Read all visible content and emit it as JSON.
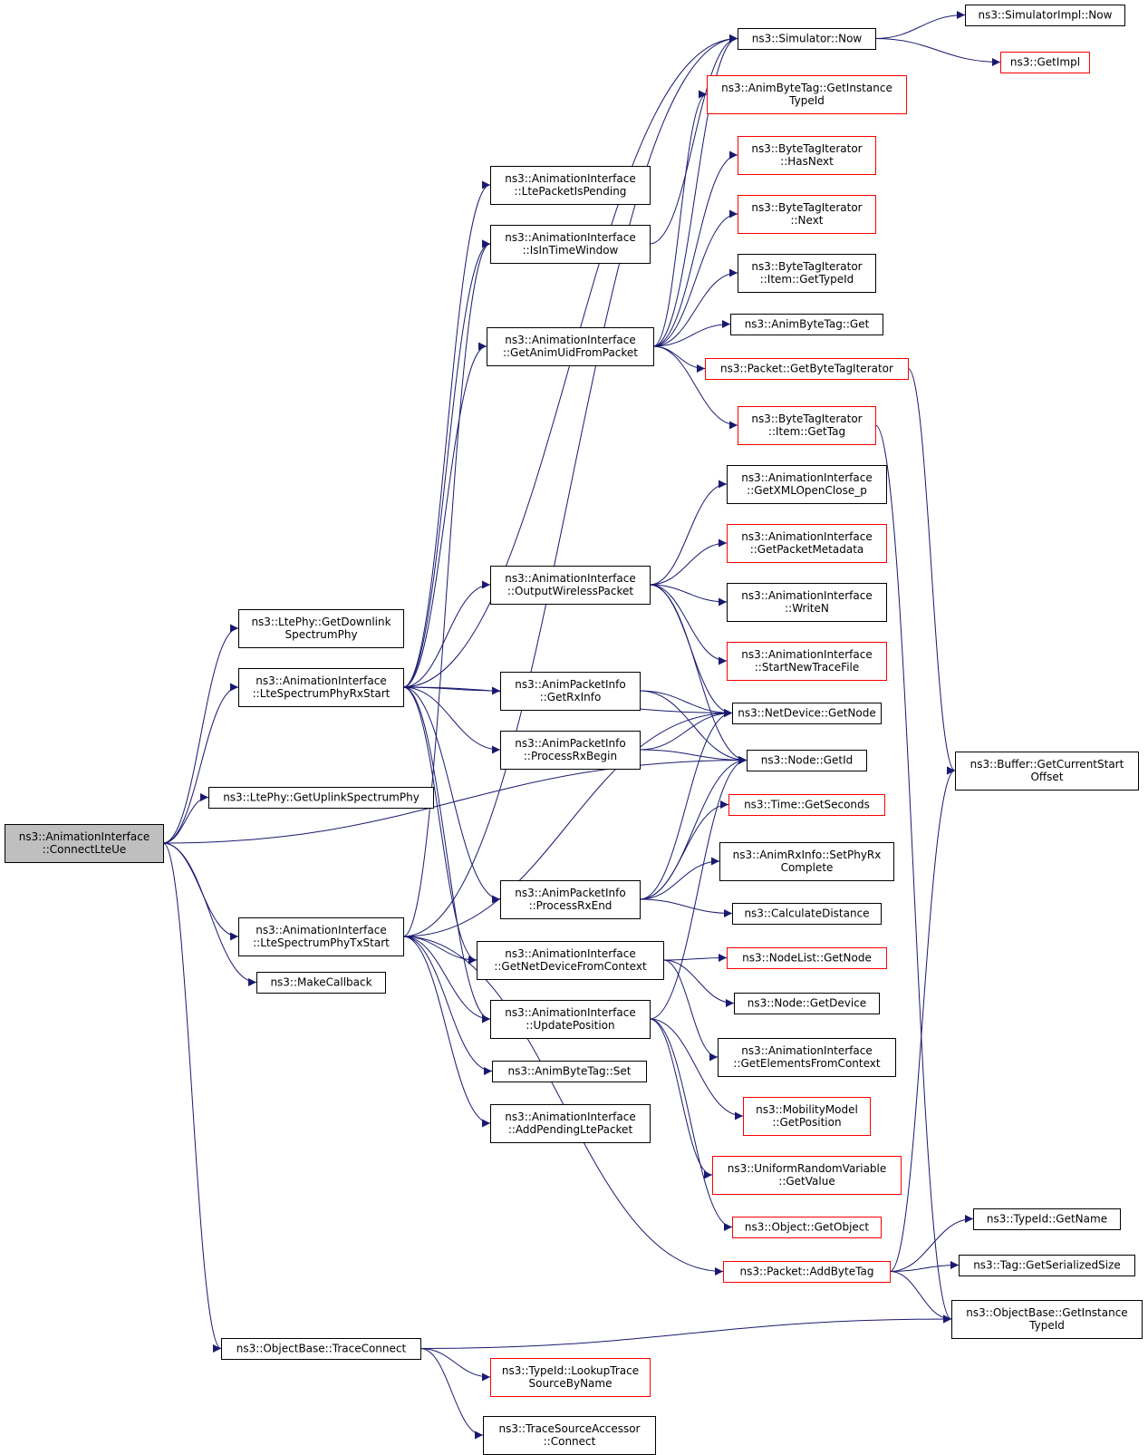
{
  "colors": {
    "edge": "#191970",
    "node_border_default": "#000000",
    "node_border_truncated": "#ff0000",
    "root_fill": "#bfbfbf",
    "node_fill": "#ffffff"
  },
  "nodes": [
    {
      "id": "root",
      "lines": [
        "ns3::AnimationInterface",
        "::ConnectLteUe"
      ],
      "style": "root"
    },
    {
      "id": "downlink",
      "lines": [
        "ns3::LtePhy::GetDownlink",
        "SpectrumPhy"
      ],
      "style": "normal"
    },
    {
      "id": "rxstart",
      "lines": [
        "ns3::AnimationInterface",
        "::LteSpectrumPhyRxStart"
      ],
      "style": "normal"
    },
    {
      "id": "uplink",
      "lines": [
        "ns3::LtePhy::GetUplinkSpectrumPhy"
      ],
      "style": "normal"
    },
    {
      "id": "txstart",
      "lines": [
        "ns3::AnimationInterface",
        "::LteSpectrumPhyTxStart"
      ],
      "style": "normal"
    },
    {
      "id": "makecb",
      "lines": [
        "ns3::MakeCallback"
      ],
      "style": "normal"
    },
    {
      "id": "traceconnect",
      "lines": [
        "ns3::ObjectBase::TraceConnect"
      ],
      "style": "normal"
    },
    {
      "id": "ltepending",
      "lines": [
        "ns3::AnimationInterface",
        "::LtePacketIsPending"
      ],
      "style": "normal"
    },
    {
      "id": "intimewindow",
      "lines": [
        "ns3::AnimationInterface",
        "::IsInTimeWindow"
      ],
      "style": "normal"
    },
    {
      "id": "getanimuid",
      "lines": [
        "ns3::AnimationInterface",
        "::GetAnimUidFromPacket"
      ],
      "style": "normal"
    },
    {
      "id": "outwireless",
      "lines": [
        "ns3::AnimationInterface",
        "::OutputWirelessPacket"
      ],
      "style": "normal"
    },
    {
      "id": "getrxinfo",
      "lines": [
        "ns3::AnimPacketInfo",
        "::GetRxInfo"
      ],
      "style": "normal"
    },
    {
      "id": "procrxbegin",
      "lines": [
        "ns3::AnimPacketInfo",
        "::ProcessRxBegin"
      ],
      "style": "normal"
    },
    {
      "id": "procrxend",
      "lines": [
        "ns3::AnimPacketInfo",
        "::ProcessRxEnd"
      ],
      "style": "normal"
    },
    {
      "id": "getnetdev",
      "lines": [
        "ns3::AnimationInterface",
        "::GetNetDeviceFromContext"
      ],
      "style": "normal"
    },
    {
      "id": "updatepos",
      "lines": [
        "ns3::AnimationInterface",
        "::UpdatePosition"
      ],
      "style": "normal"
    },
    {
      "id": "bytetagset",
      "lines": [
        "ns3::AnimByteTag::Set"
      ],
      "style": "normal"
    },
    {
      "id": "addpending",
      "lines": [
        "ns3::AnimationInterface",
        "::AddPendingLtePacket"
      ],
      "style": "normal"
    },
    {
      "id": "lookuptrace",
      "lines": [
        "ns3::TypeId::LookupTrace",
        "SourceByName"
      ],
      "style": "truncated"
    },
    {
      "id": "tsaconnect",
      "lines": [
        "ns3::TraceSourceAccessor",
        "::Connect"
      ],
      "style": "normal"
    },
    {
      "id": "simnow",
      "lines": [
        "ns3::Simulator::Now"
      ],
      "style": "normal"
    },
    {
      "id": "bytetaginst",
      "lines": [
        "ns3::AnimByteTag::GetInstance",
        "TypeId"
      ],
      "style": "truncated"
    },
    {
      "id": "btihasnext",
      "lines": [
        "ns3::ByteTagIterator",
        "::HasNext"
      ],
      "style": "truncated"
    },
    {
      "id": "btinext",
      "lines": [
        "ns3::ByteTagIterator",
        "::Next"
      ],
      "style": "truncated"
    },
    {
      "id": "btitemtype",
      "lines": [
        "ns3::ByteTagIterator",
        "::Item::GetTypeId"
      ],
      "style": "normal"
    },
    {
      "id": "bytetagget",
      "lines": [
        "ns3::AnimByteTag::Get"
      ],
      "style": "normal"
    },
    {
      "id": "pktgetbti",
      "lines": [
        "ns3::Packet::GetByteTagIterator"
      ],
      "style": "truncated"
    },
    {
      "id": "btitemtag",
      "lines": [
        "ns3::ByteTagIterator",
        "::Item::GetTag"
      ],
      "style": "truncated"
    },
    {
      "id": "getxmloc",
      "lines": [
        "ns3::AnimationInterface",
        "::GetXMLOpenClose_p"
      ],
      "style": "normal"
    },
    {
      "id": "getpktmeta",
      "lines": [
        "ns3::AnimationInterface",
        "::GetPacketMetadata"
      ],
      "style": "truncated"
    },
    {
      "id": "writen",
      "lines": [
        "ns3::AnimationInterface",
        "::WriteN"
      ],
      "style": "normal"
    },
    {
      "id": "starttrace",
      "lines": [
        "ns3::AnimationInterface",
        "::StartNewTraceFile"
      ],
      "style": "truncated"
    },
    {
      "id": "ndgetnode",
      "lines": [
        "ns3::NetDevice::GetNode"
      ],
      "style": "normal"
    },
    {
      "id": "nodegetid",
      "lines": [
        "ns3::Node::GetId"
      ],
      "style": "normal"
    },
    {
      "id": "timegetsec",
      "lines": [
        "ns3::Time::GetSeconds"
      ],
      "style": "truncated"
    },
    {
      "id": "setphyrx",
      "lines": [
        "ns3::AnimRxInfo::SetPhyRx",
        "Complete"
      ],
      "style": "normal"
    },
    {
      "id": "calcdist",
      "lines": [
        "ns3::CalculateDistance"
      ],
      "style": "normal"
    },
    {
      "id": "nodelistgetnode",
      "lines": [
        "ns3::NodeList::GetNode"
      ],
      "style": "truncated"
    },
    {
      "id": "nodegetdev",
      "lines": [
        "ns3::Node::GetDevice"
      ],
      "style": "normal"
    },
    {
      "id": "getelements",
      "lines": [
        "ns3::AnimationInterface",
        "::GetElementsFromContext"
      ],
      "style": "normal"
    },
    {
      "id": "mobgetpos",
      "lines": [
        "ns3::MobilityModel",
        "::GetPosition"
      ],
      "style": "truncated"
    },
    {
      "id": "urvgetval",
      "lines": [
        "ns3::UniformRandomVariable",
        "::GetValue"
      ],
      "style": "truncated"
    },
    {
      "id": "objgetobj",
      "lines": [
        "ns3::Object::GetObject"
      ],
      "style": "truncated"
    },
    {
      "id": "pktaddbytetag",
      "lines": [
        "ns3::Packet::AddByteTag"
      ],
      "style": "truncated"
    },
    {
      "id": "simimplnow",
      "lines": [
        "ns3::SimulatorImpl::Now"
      ],
      "style": "normal"
    },
    {
      "id": "getimpl",
      "lines": [
        "ns3::GetImpl"
      ],
      "style": "truncated"
    },
    {
      "id": "bufcurstart",
      "lines": [
        "ns3::Buffer::GetCurrentStart",
        "Offset"
      ],
      "style": "normal"
    },
    {
      "id": "typeidgetname",
      "lines": [
        "ns3::TypeId::GetName"
      ],
      "style": "normal"
    },
    {
      "id": "taggetsersize",
      "lines": [
        "ns3::Tag::GetSerializedSize"
      ],
      "style": "normal"
    },
    {
      "id": "objbaseinst",
      "lines": [
        "ns3::ObjectBase::GetInstance",
        "TypeId"
      ],
      "style": "normal"
    }
  ],
  "edges": [
    [
      "root",
      "downlink"
    ],
    [
      "root",
      "rxstart"
    ],
    [
      "root",
      "uplink"
    ],
    [
      "root",
      "nodegetid"
    ],
    [
      "root",
      "txstart"
    ],
    [
      "root",
      "makecb"
    ],
    [
      "root",
      "traceconnect"
    ],
    [
      "rxstart",
      "ltepending"
    ],
    [
      "rxstart",
      "intimewindow"
    ],
    [
      "rxstart",
      "simnow"
    ],
    [
      "rxstart",
      "getanimuid"
    ],
    [
      "rxstart",
      "outwireless"
    ],
    [
      "rxstart",
      "getrxinfo"
    ],
    [
      "rxstart",
      "procrxbegin"
    ],
    [
      "rxstart",
      "procrxend"
    ],
    [
      "rxstart",
      "getnetdev"
    ],
    [
      "rxstart",
      "updatepos"
    ],
    [
      "rxstart",
      "ndgetnode"
    ],
    [
      "txstart",
      "intimewindow"
    ],
    [
      "txstart",
      "simnow"
    ],
    [
      "txstart",
      "getnetdev"
    ],
    [
      "txstart",
      "updatepos"
    ],
    [
      "txstart",
      "bytetagset"
    ],
    [
      "txstart",
      "addpending"
    ],
    [
      "txstart",
      "pktaddbytetag"
    ],
    [
      "txstart",
      "ndgetnode"
    ],
    [
      "traceconnect",
      "objbaseinst"
    ],
    [
      "traceconnect",
      "lookuptrace"
    ],
    [
      "traceconnect",
      "tsaconnect"
    ],
    [
      "intimewindow",
      "simnow"
    ],
    [
      "getanimuid",
      "simnow"
    ],
    [
      "getanimuid",
      "bytetaginst"
    ],
    [
      "getanimuid",
      "btihasnext"
    ],
    [
      "getanimuid",
      "btinext"
    ],
    [
      "getanimuid",
      "btitemtype"
    ],
    [
      "getanimuid",
      "bytetagget"
    ],
    [
      "getanimuid",
      "pktgetbti"
    ],
    [
      "getanimuid",
      "btitemtag"
    ],
    [
      "outwireless",
      "getxmloc"
    ],
    [
      "outwireless",
      "getpktmeta"
    ],
    [
      "outwireless",
      "writen"
    ],
    [
      "outwireless",
      "starttrace"
    ],
    [
      "outwireless",
      "ndgetnode"
    ],
    [
      "outwireless",
      "nodegetid"
    ],
    [
      "getrxinfo",
      "ndgetnode"
    ],
    [
      "getrxinfo",
      "nodegetid"
    ],
    [
      "procrxbegin",
      "ndgetnode"
    ],
    [
      "procrxbegin",
      "nodegetid"
    ],
    [
      "procrxend",
      "ndgetnode"
    ],
    [
      "procrxend",
      "nodegetid"
    ],
    [
      "procrxend",
      "timegetsec"
    ],
    [
      "procrxend",
      "setphyrx"
    ],
    [
      "procrxend",
      "calcdist"
    ],
    [
      "getnetdev",
      "nodelistgetnode"
    ],
    [
      "getnetdev",
      "nodegetdev"
    ],
    [
      "getnetdev",
      "getelements"
    ],
    [
      "updatepos",
      "nodegetid"
    ],
    [
      "updatepos",
      "mobgetpos"
    ],
    [
      "updatepos",
      "urvgetval"
    ],
    [
      "updatepos",
      "objgetobj"
    ],
    [
      "simnow",
      "simimplnow"
    ],
    [
      "simnow",
      "getimpl"
    ],
    [
      "pktgetbti",
      "bufcurstart"
    ],
    [
      "btitemtag",
      "objbaseinst"
    ],
    [
      "pktaddbytetag",
      "typeidgetname"
    ],
    [
      "pktaddbytetag",
      "taggetsersize"
    ],
    [
      "pktaddbytetag",
      "objbaseinst"
    ],
    [
      "pktaddbytetag",
      "bufcurstart"
    ]
  ]
}
